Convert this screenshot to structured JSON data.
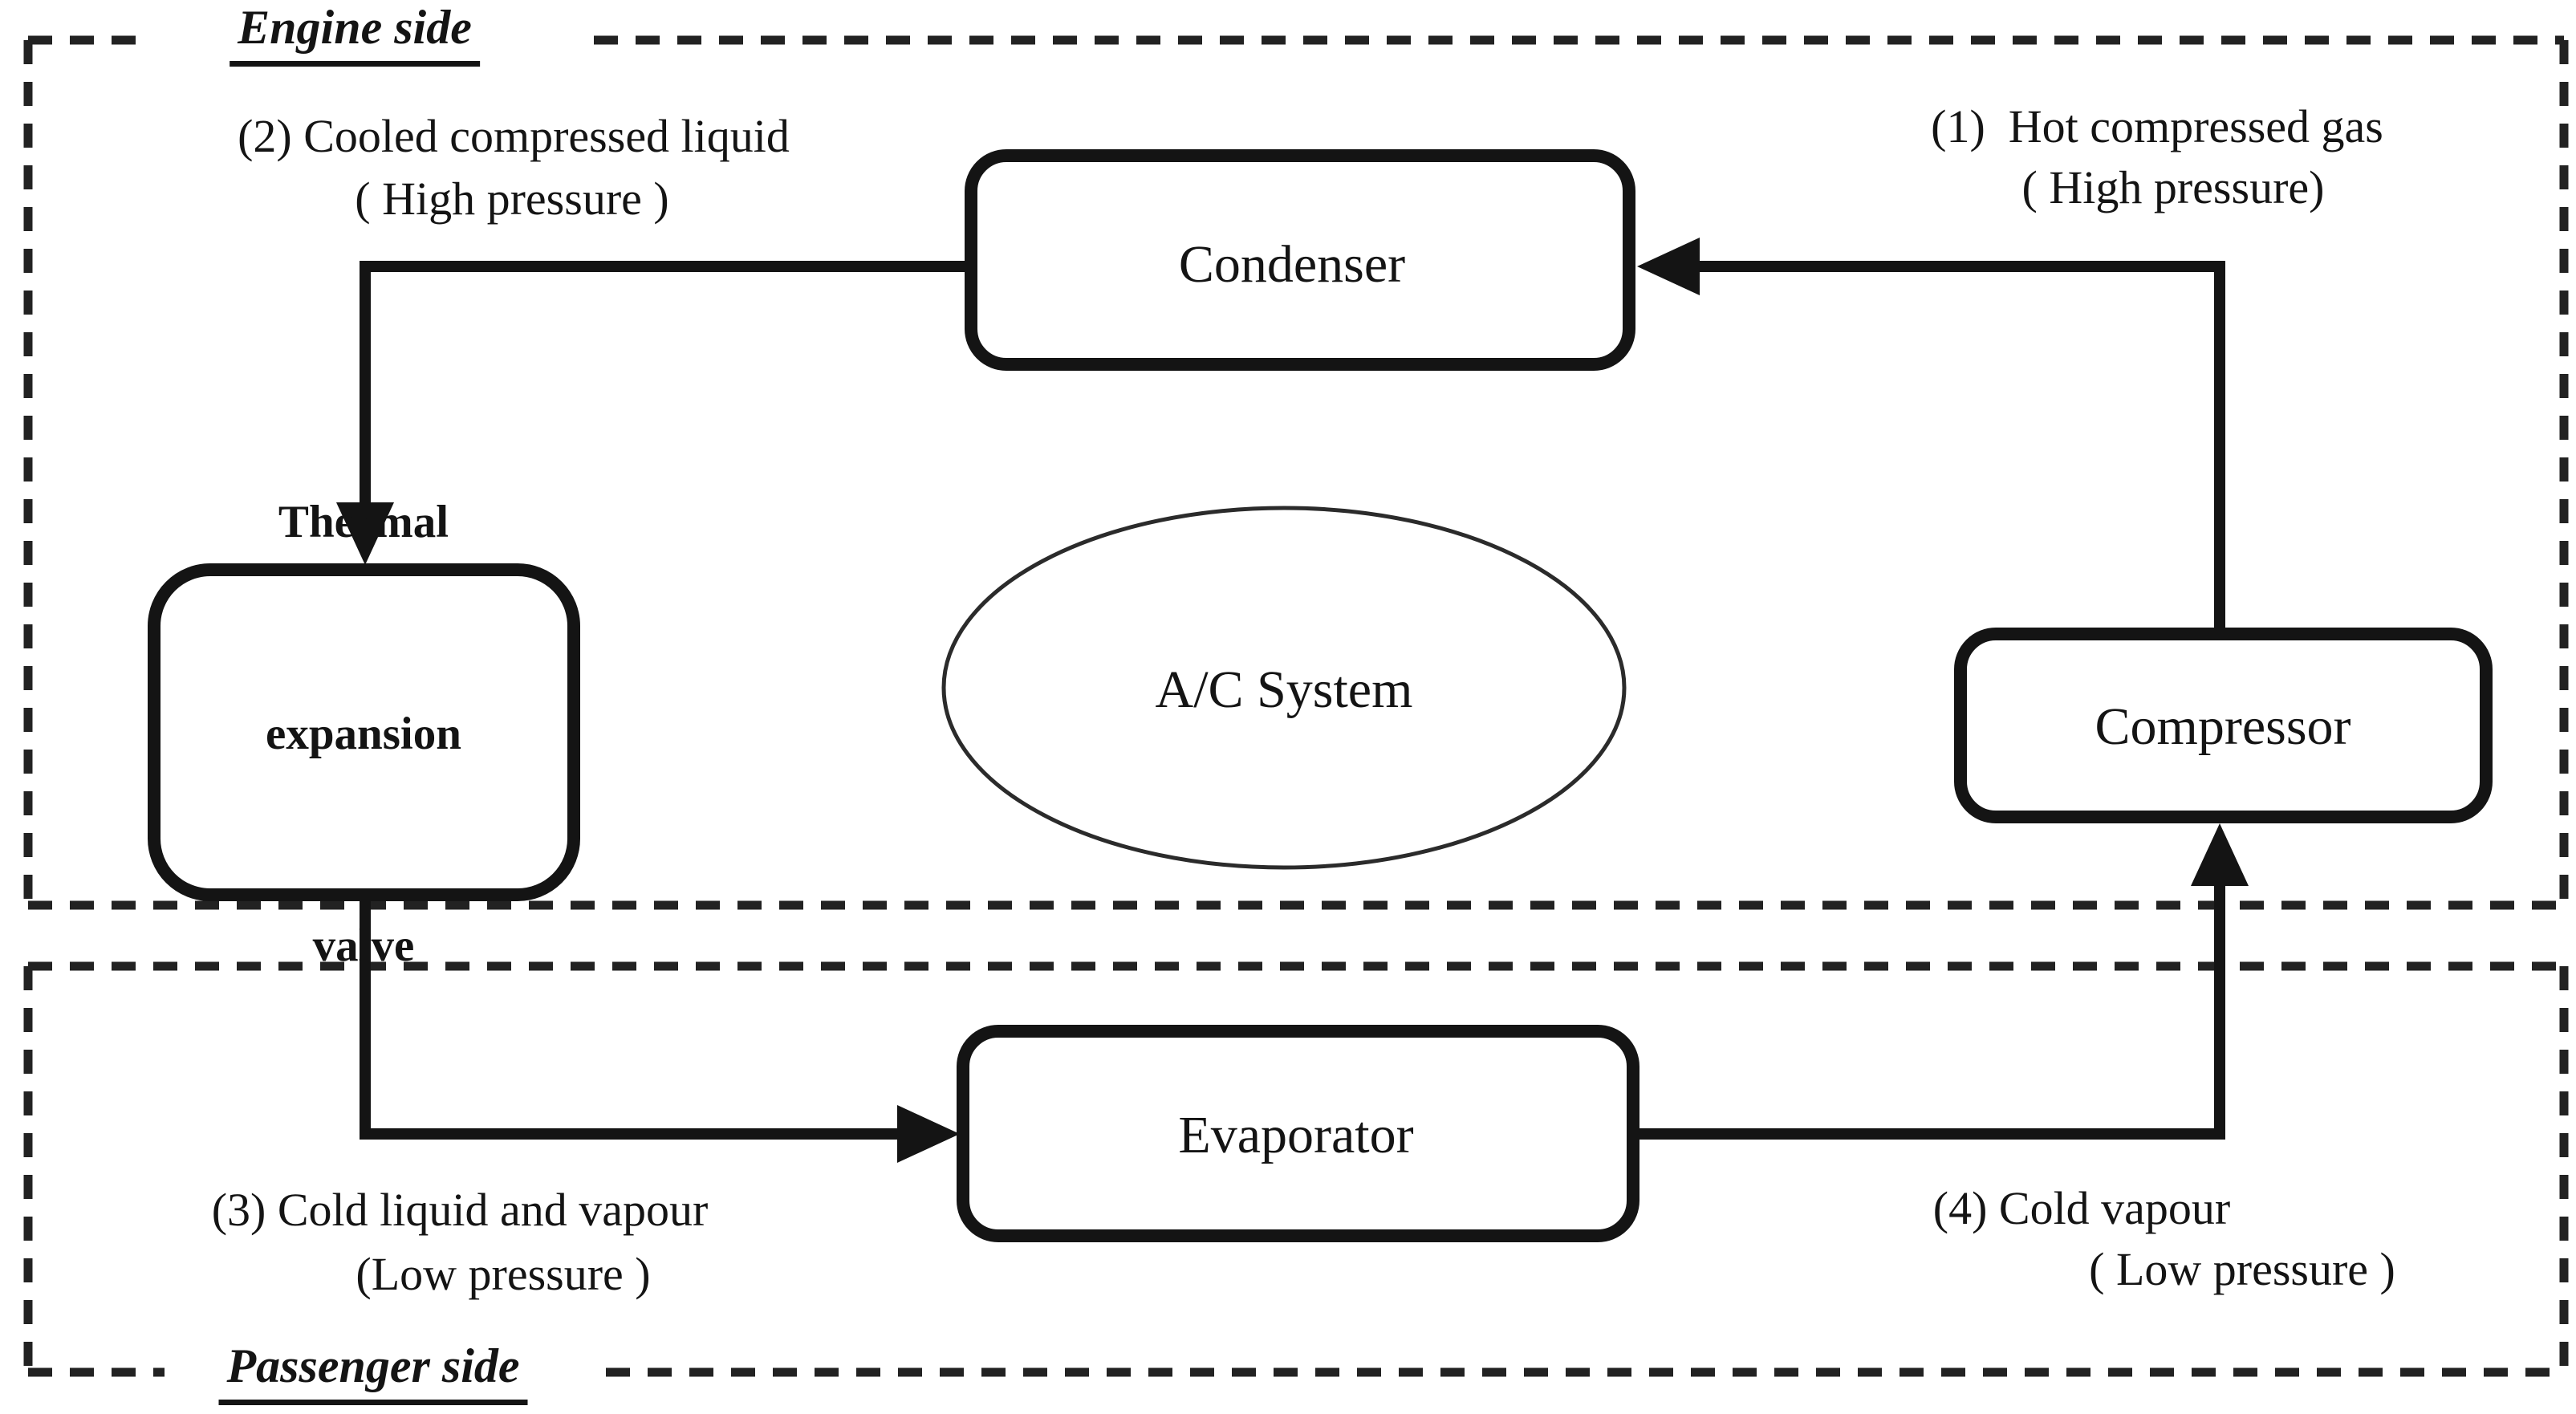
{
  "page": {
    "background": "#ffffff",
    "ink": "#141414",
    "dash_color": "#222222"
  },
  "diagram": {
    "regions": {
      "engine": {
        "label": "Engine side"
      },
      "passenger": {
        "label": "Passenger side"
      }
    },
    "system": {
      "label": "A/C System"
    },
    "components": {
      "condenser": {
        "label": "Condenser"
      },
      "compressor": {
        "label": "Compressor"
      },
      "evaporator": {
        "label": "Evaporator"
      },
      "expansion_valve": {
        "lines": [
          "Thermal",
          "expansion",
          "valve"
        ]
      }
    },
    "states": {
      "s1": {
        "line1": "(1)  Hot compressed gas",
        "line2": "( High pressure)"
      },
      "s2": {
        "line1": "(2) Cooled compressed liquid",
        "line2": "( High pressure )"
      },
      "s3": {
        "line1": "(3) Cold liquid and vapour",
        "line2": "(Low pressure )"
      },
      "s4": {
        "line1": "(4) Cold vapour",
        "line2": "( Low pressure )"
      }
    }
  }
}
